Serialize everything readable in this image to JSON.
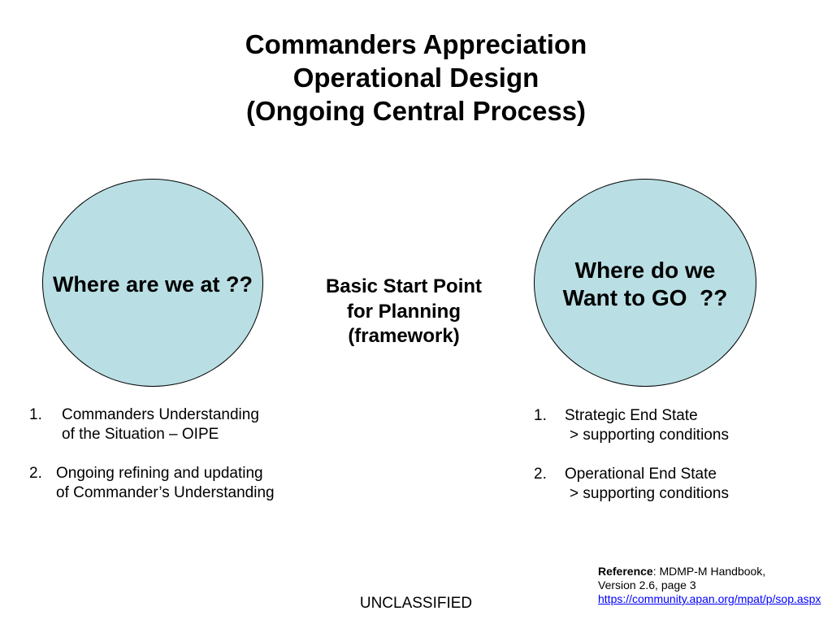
{
  "slide": {
    "title_lines": [
      "Commanders Appreciation",
      "Operational Design",
      "(Ongoing Central Process)"
    ]
  },
  "left_circle": {
    "label": "Where are we at ??"
  },
  "center_text": {
    "lines": [
      "Basic Start Point",
      "for Planning",
      "(framework)"
    ]
  },
  "right_circle": {
    "lines": [
      "Where do we",
      "Want to GO  ??"
    ]
  },
  "left_list": {
    "items": [
      {
        "number": "1.",
        "lines": [
          "Commanders Understanding",
          "of the Situation – OIPE"
        ]
      },
      {
        "number": "2.",
        "lines": [
          "Ongoing refining and updating",
          "of Commander’s Understanding"
        ]
      }
    ]
  },
  "right_list": {
    "items": [
      {
        "number": "1.",
        "lines": [
          "Strategic End State",
          "> supporting conditions"
        ]
      },
      {
        "number": "2.",
        "lines": [
          "Operational End State",
          "> supporting conditions"
        ]
      }
    ]
  },
  "reference": {
    "label": "Reference",
    "source": ": MDMP-M Handbook,",
    "version": "Version 2.6, page 3",
    "link": "https://community.apan.org/mpat/p/sop.aspx"
  },
  "footer": {
    "classification": "UNCLASSIFIED"
  },
  "colors": {
    "circle_fill": "#b9dfe4",
    "circle_stroke": "#000000",
    "link": "#0000ff"
  }
}
